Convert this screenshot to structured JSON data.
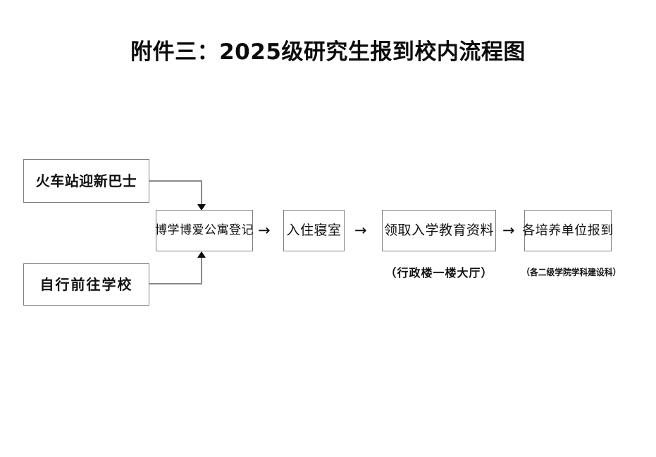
{
  "document": {
    "title": "附件三：2025级研究生报到校内流程图"
  },
  "flowchart": {
    "type": "flowchart",
    "orientation": "left-to-right",
    "nodes": [
      {
        "id": "bus",
        "label": "火车站迎新巴士",
        "caption": "",
        "role": "entry-option"
      },
      {
        "id": "self",
        "label": "自行前往学校",
        "caption": "",
        "role": "entry-option"
      },
      {
        "id": "apartment",
        "label": "博学博爱公寓登记",
        "caption": "",
        "role": "step"
      },
      {
        "id": "dorm",
        "label": "入住寝室",
        "caption": "",
        "role": "step"
      },
      {
        "id": "materials",
        "label": "领取入学教育资料",
        "caption": "（行政楼一楼大厅）",
        "role": "step"
      },
      {
        "id": "report",
        "label": "各培养单位报到",
        "caption": "（各二级学院学科建设科）",
        "role": "step"
      }
    ],
    "arrows": {
      "horizontal_glyph": "→",
      "edges": [
        {
          "from": "bus",
          "to": "apartment",
          "style": "elbow-down"
        },
        {
          "from": "self",
          "to": "apartment",
          "style": "elbow-up"
        },
        {
          "from": "apartment",
          "to": "dorm",
          "style": "straight"
        },
        {
          "from": "dorm",
          "to": "materials",
          "style": "straight"
        },
        {
          "from": "materials",
          "to": "report",
          "style": "straight"
        }
      ]
    },
    "colors": {
      "box_border": "#808080",
      "connector": "#8a8a8a",
      "text": "#111111",
      "background": "#ffffff"
    }
  }
}
